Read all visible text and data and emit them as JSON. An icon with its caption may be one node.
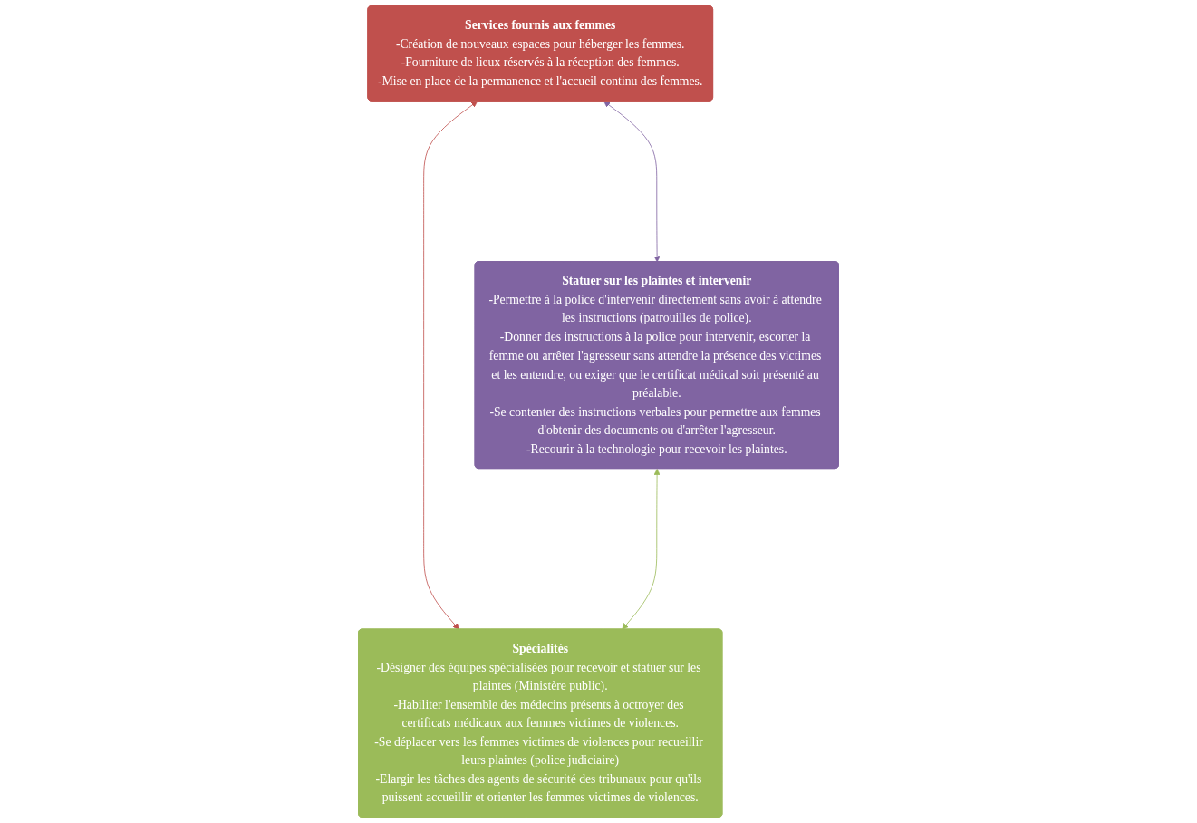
{
  "diagram": {
    "nodes": [
      {
        "text": [
          "Services fournis aux femmes",
          "-Création de nouveaux espaces pour héberger les femmes.",
          "-Fourniture de lieux réservés à la réception des femmes.",
          "-Mise en place de la permanence et l'accueil continu des femmes."
        ]
      },
      {
        "text": [
          "Statuer sur les plaintes et intervenir",
          "-Permettre à la police d'intervenir directement sans avoir à attendre les instructions (patrouilles de police).",
          "-Donner des instructions à la police pour intervenir, escorter la femme ou arrêter l'agresseur sans attendre la présence des victimes et les entendre, ou exiger que le certificat médical soit présenté au préalable.",
          "-Se contenter des instructions verbales pour permettre aux femmes d'obtenir des documents ou d'arrêter l'agresseur.",
          "-Recourir à la technologie pour recevoir les plaintes."
        ]
      },
      {
        "text": [
          "Spécialités",
          "-Désigner des équipes spécialisées pour recevoir et statuer sur les plaintes (Ministère public).",
          "-Habiliter l'ensemble des médecins présents à octroyer des certificats médicaux aux femmes victimes de violences.",
          "-Se déplacer vers les femmes victimes de violences pour recueillir leurs plaintes (police judiciaire)",
          "-Elargir les tâches des agents de sécurité des tribunaux pour qu'ils puissent accueillir et orienter les femmes victimes de violences."
        ]
      }
    ],
    "edges": [
      {
        "from": 0,
        "to": 1,
        "arrow": "both",
        "color": "#8064a2"
      },
      {
        "from": 0,
        "to": 2,
        "arrow": "both",
        "color": "#c0504d"
      },
      {
        "from": 1,
        "to": 2,
        "arrow": "both",
        "color": "#9bbb59"
      }
    ]
  }
}
